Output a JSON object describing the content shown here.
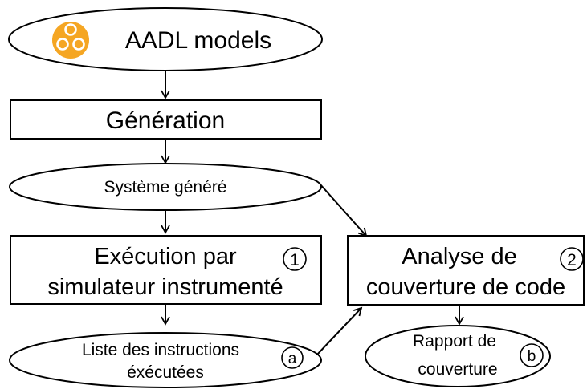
{
  "nodes": {
    "aadl_models": {
      "label": "AADL models"
    },
    "generation": {
      "label": "Génération"
    },
    "systeme_genere": {
      "label": "Système généré"
    },
    "execution": {
      "line1": "Exécution par",
      "line2": "simulateur instrumenté",
      "marker": "1"
    },
    "analyse": {
      "line1": "Analyse de",
      "line2": "couverture de code",
      "marker": "2"
    },
    "liste_instructions": {
      "line1": "Liste des instructions",
      "line2": "éxécutées",
      "marker": "a"
    },
    "rapport": {
      "line1": "Rapport de",
      "line2": "couverture",
      "marker": "b"
    }
  },
  "colors": {
    "logo_orange": "#f5a623",
    "logo_orange_dark": "#e8891a",
    "stroke": "#000000",
    "fill": "#ffffff"
  },
  "icons": {
    "logo": "aadl-logo-icon"
  }
}
